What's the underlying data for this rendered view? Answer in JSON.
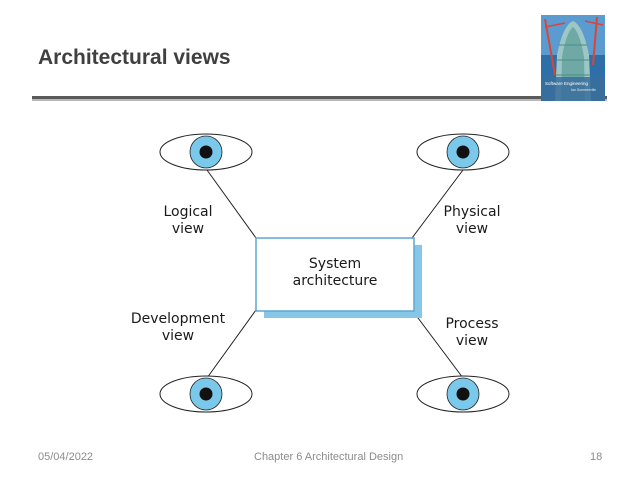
{
  "slide": {
    "title": "Architectural views",
    "cover_title": "Software Engineering",
    "cover_author": "Ian Sommerville"
  },
  "diagram": {
    "center": {
      "line1": "System",
      "line2": "architecture"
    },
    "views": [
      {
        "id": "logical",
        "line1": "Logical",
        "line2": "view"
      },
      {
        "id": "physical",
        "line1": "Physical",
        "line2": "view"
      },
      {
        "id": "development",
        "line1": "Development",
        "line2": "view"
      },
      {
        "id": "process",
        "line1": "Process",
        "line2": "view"
      }
    ],
    "colors": {
      "iris": "#7ac8ea",
      "box_shadow": "#86c6e6",
      "box_border": "#5ba7d3",
      "line": "#222222"
    }
  },
  "footer": {
    "date": "05/04/2022",
    "chapter": "Chapter 6 Architectural Design",
    "page": "18"
  }
}
